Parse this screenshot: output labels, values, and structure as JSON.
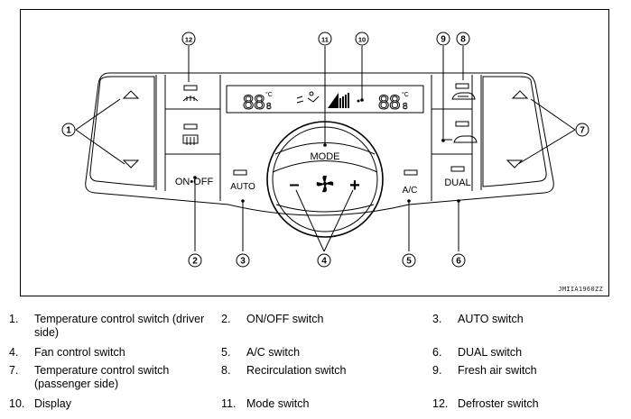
{
  "panel": {
    "mode_label": "MODE",
    "on_off_label": "ON•OFF",
    "auto_label": "AUTO",
    "ac_label": "A/C",
    "dual_label": "DUAL",
    "minus_label": "–",
    "plus_label": "+",
    "display_left_temp": "88",
    "display_right_temp": "88",
    "display_decimal": "8",
    "display_unit": "°C"
  },
  "callouts": [
    "1",
    "2",
    "3",
    "4",
    "5",
    "6",
    "7",
    "8",
    "9",
    "10",
    "11",
    "12"
  ],
  "figure_code": "JMIIA1960ZZ",
  "legend": [
    {
      "num": "1.",
      "text": "Temperature control switch (driver side)"
    },
    {
      "num": "2.",
      "text": "ON/OFF switch"
    },
    {
      "num": "3.",
      "text": "AUTO switch"
    },
    {
      "num": "4.",
      "text": "Fan control switch"
    },
    {
      "num": "5.",
      "text": "A/C switch"
    },
    {
      "num": "6.",
      "text": "DUAL switch"
    },
    {
      "num": "7.",
      "text": "Temperature control switch (passenger side)"
    },
    {
      "num": "8.",
      "text": "Recirculation switch"
    },
    {
      "num": "9.",
      "text": "Fresh air switch"
    },
    {
      "num": "10.",
      "text": "Display"
    },
    {
      "num": "11.",
      "text": "Mode switch"
    },
    {
      "num": "12.",
      "text": "Defroster switch"
    }
  ]
}
